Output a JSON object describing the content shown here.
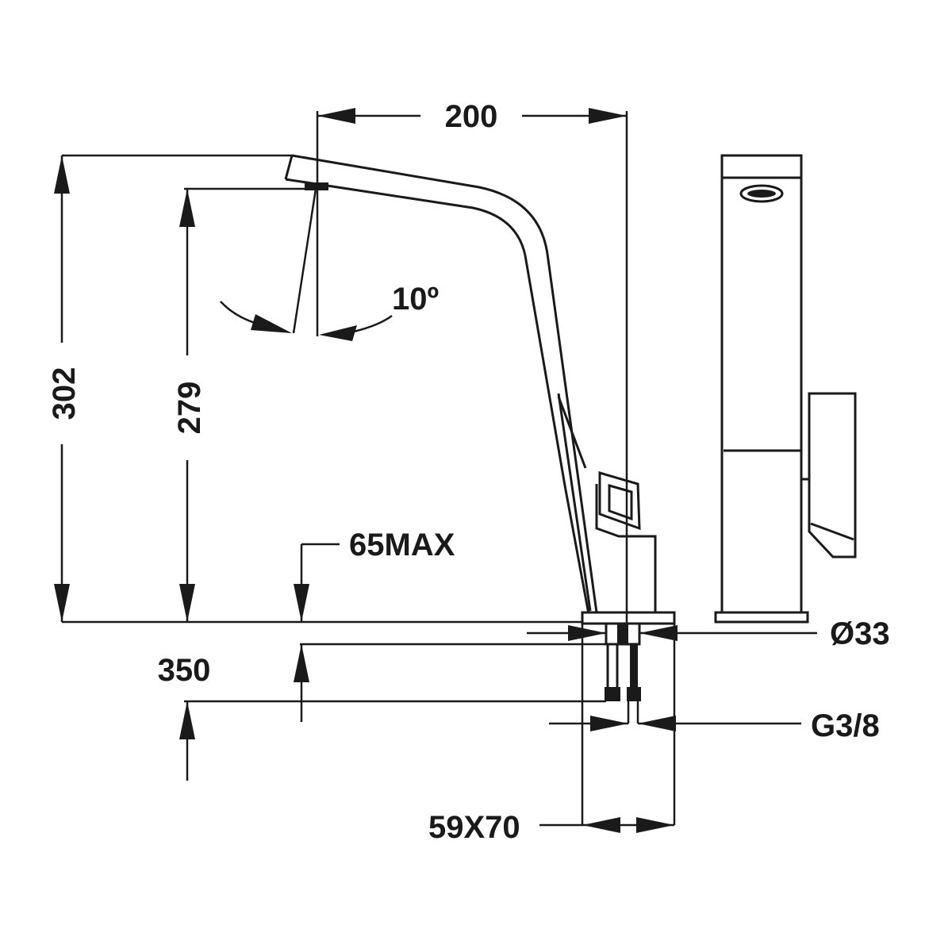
{
  "diagram": {
    "dimensions": {
      "spout_reach": "200",
      "total_height": "302",
      "spout_height": "279",
      "swivel_angle": "10º",
      "max_counter_thickness": "65MAX",
      "hose_length": "350",
      "base_diameter": "Ø33",
      "connection_thread": "G3/8",
      "base_plate": "59X70"
    },
    "colors": {
      "line": "#1a1a1a",
      "background": "#ffffff"
    }
  }
}
